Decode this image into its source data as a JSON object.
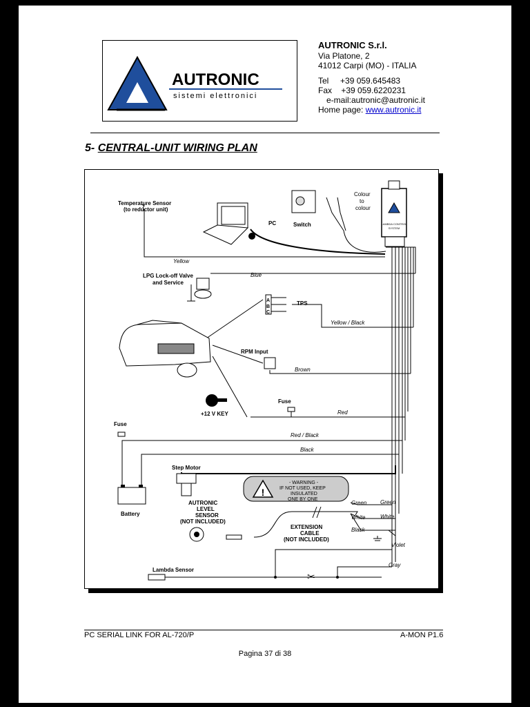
{
  "header": {
    "logo_text": "AUTRONIC",
    "logo_subtitle": "sistemi elettronici",
    "company_name": "AUTRONIC S.r.l.",
    "address_line1": "Via Platone, 2",
    "address_line2": "41012 Carpi (MO) - ITALIA",
    "tel": "Tel     +39 059.645483",
    "fax": "Fax    +39 059.6220231",
    "email": "e-mail:autronic@autronic.it",
    "homepage_label": "Home page: ",
    "homepage_url": "www.autronic.it"
  },
  "section": {
    "number": "5-",
    "title": "CENTRAL-UNIT WIRING PLAN"
  },
  "diagram": {
    "temp_sensor_1": "Temperature Sensor",
    "temp_sensor_2": "(to reductor unit)",
    "pc": "PC",
    "switch": "Switch",
    "colour_1": "Colour",
    "colour_2": "to",
    "colour_3": "colour",
    "unit_label_1": "LAMBDA CONTROL",
    "unit_label_2": "SYSTEM",
    "yellow": "Yellow",
    "lpg_1": "LPG Lock-off Valve",
    "lpg_2": "and Service",
    "blue": "Blue",
    "abc_a": "A",
    "abc_b": "B",
    "abc_c": "C",
    "tps": "TPS",
    "yellow_black": "Yellow / Black",
    "rpm_input": "RPM Input",
    "brown": "Brown",
    "fuse_1": "Fuse",
    "key": "+12 V KEY",
    "red": "Red",
    "fuse_2": "Fuse",
    "red_black": "Red / Black",
    "black_1": "Black",
    "step_motor": "Step Motor",
    "battery": "Battery",
    "warning_1": "- WARNING -",
    "warning_2": "IF NOT USED, KEEP",
    "warning_3": "INSULATED",
    "warning_4": "ONE BY ONE",
    "level_1": "AUTRONIC",
    "level_2": "LEVEL",
    "level_3": "SENSOR",
    "level_4": "(NOT INCLUDED)",
    "green_1": "Green",
    "green_2": "Green",
    "white_1": "White",
    "white_2": "White",
    "black_2": "Black",
    "ext_1": "EXTENSION",
    "ext_2": "CABLE",
    "ext_3": "(NOT INCLUDED)",
    "violet": "Violet",
    "gray": "Gray",
    "lambda": "Lambda Sensor"
  },
  "footer": {
    "left": "PC SERIAL LINK FOR AL-720/P",
    "right": "A-MON P1.6",
    "page": "Pagina 37 di 38"
  },
  "colors": {
    "logo_blue": "#1f4e9c",
    "link_blue": "#0000cc"
  }
}
